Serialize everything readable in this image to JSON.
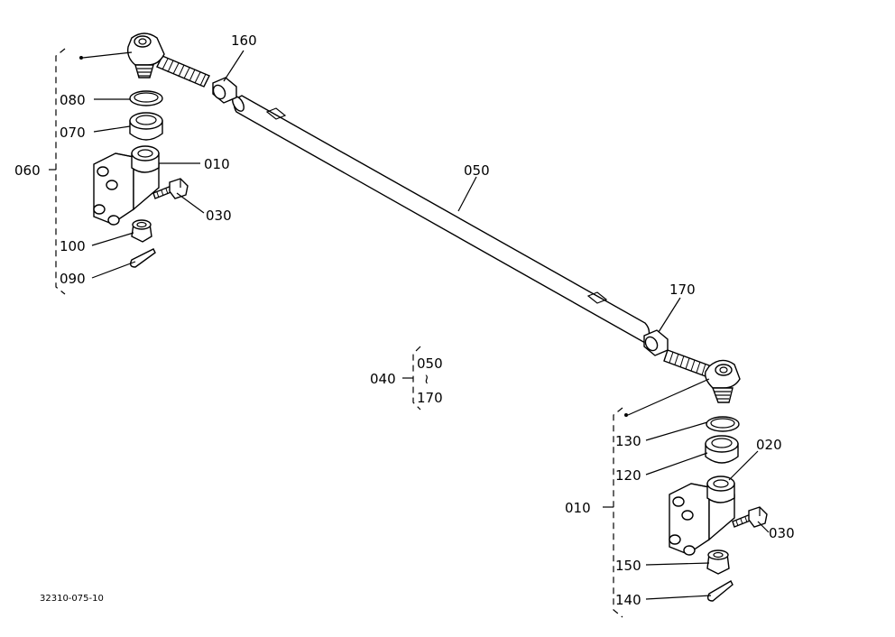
{
  "diagram": {
    "drawing_code": "32310-075-10",
    "labels": {
      "p160": "160",
      "p080": "080",
      "p070": "070",
      "p010_top": "010",
      "p060": "060",
      "p030_top": "030",
      "p100": "100",
      "p090": "090",
      "p050": "050",
      "p170": "170",
      "p040": "040",
      "range_start": "050",
      "range_sep": "≀",
      "range_end": "170",
      "p130": "130",
      "p020": "020",
      "p120": "120",
      "p010_bottom": "010",
      "p030_bottom": "030",
      "p150": "150",
      "p140": "140"
    }
  }
}
